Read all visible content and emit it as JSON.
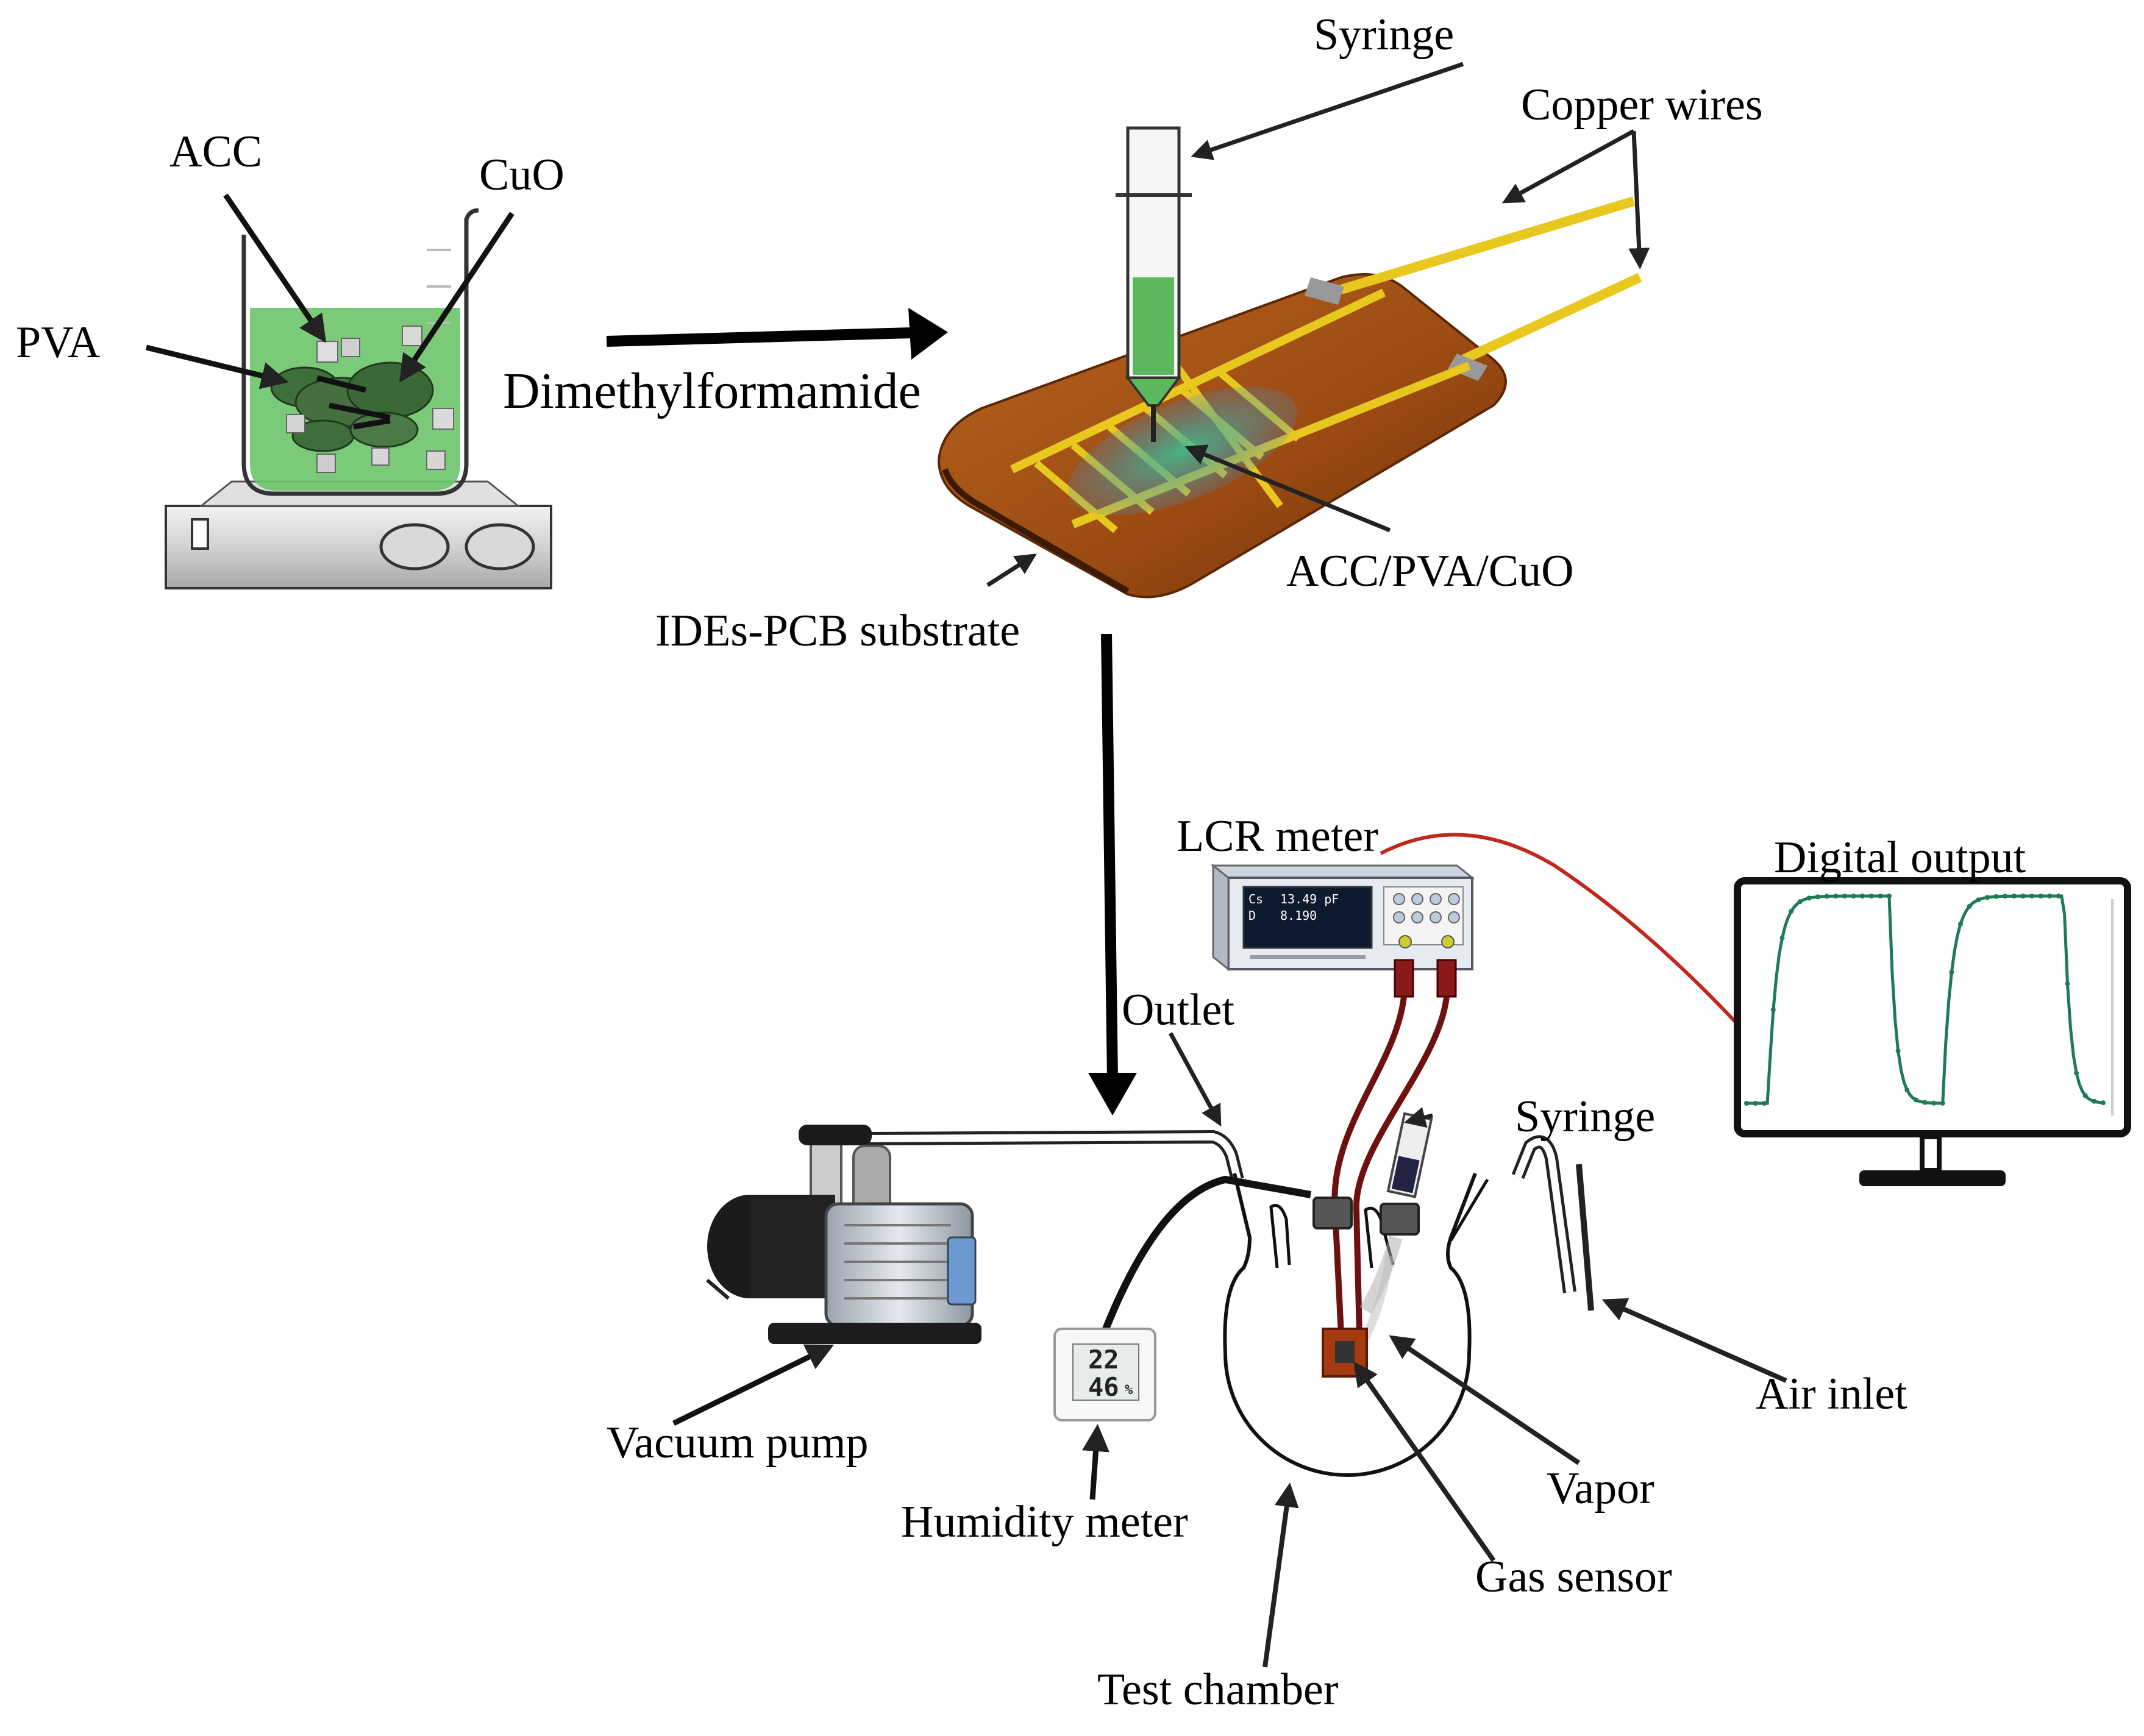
{
  "labels": {
    "acc": "ACC",
    "cuo": "CuO",
    "pva": "PVA",
    "dmf": "Dimethylformamide",
    "syringe_top": "Syringe",
    "copper_wires": "Copper wires",
    "composite": "ACC/PVA/CuO",
    "substrate": "IDEs-PCB substrate",
    "lcr_meter": "LCR meter",
    "digital_output": "Digital output",
    "outlet": "Outlet",
    "syringe_bottom": "Syringe",
    "air_inlet": "Air inlet",
    "vacuum_pump": "Vacuum pump",
    "humidity_meter": "Humidity meter",
    "vapor": "Vapor",
    "gas_sensor": "Gas sensor",
    "test_chamber": "Test chamber"
  },
  "lcr_display": {
    "line1": "13.49 pF",
    "line2": "8.190",
    "mode": "Cs",
    "mode2": "D"
  },
  "hygrometer": {
    "temperature": "22",
    "humidity": "46",
    "unit": "%"
  },
  "colors": {
    "solution_green": "#5cb85c",
    "pcb_copper": "#a0521d",
    "electrode_gold": "#e8c81e",
    "signal_wire": "#c0281e",
    "probe_lead": "#7a1010",
    "plot_trace": "#1f7a55"
  }
}
